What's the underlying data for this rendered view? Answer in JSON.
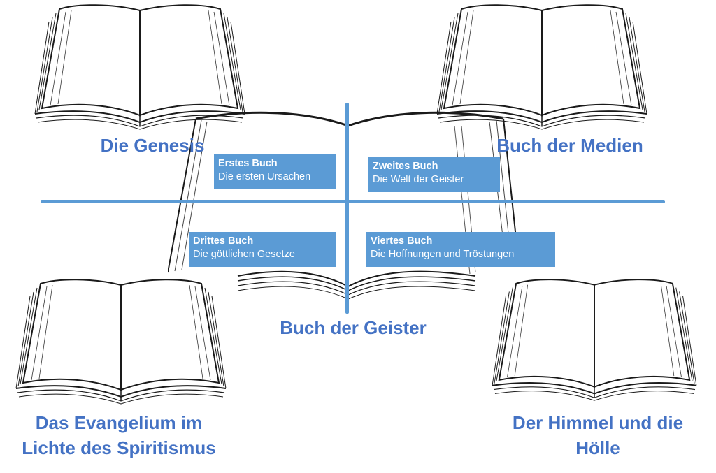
{
  "books": {
    "genesis": {
      "title": "Die Genesis"
    },
    "medien": {
      "title": "Buch der Medien"
    },
    "geister": {
      "title": "Buch der Geister"
    },
    "evangelium": {
      "title_line1": "Das Evangelium im",
      "title_line2": "Lichte des Spiritismus"
    },
    "himmel": {
      "title_line1": "Der Himmel und die",
      "title_line2": "Hölle"
    }
  },
  "quadrants": [
    {
      "title": "Erstes Buch",
      "subtitle": "Die ersten Ursachen"
    },
    {
      "title": "Zweites Buch",
      "subtitle": "Die Welt der Geister"
    },
    {
      "title": "Drittes Buch",
      "subtitle": "Die göttlichen Gesetze"
    },
    {
      "title": "Viertes Buch",
      "subtitle": "Die Hoffnungen und Tröstungen"
    }
  ],
  "colors": {
    "title_text": "#4472c4",
    "box_fill": "#5b9bd5",
    "axis_line": "#5b9bd5",
    "book_line": "#1a1a1a"
  },
  "icons": {
    "book": "open-book-icon"
  }
}
